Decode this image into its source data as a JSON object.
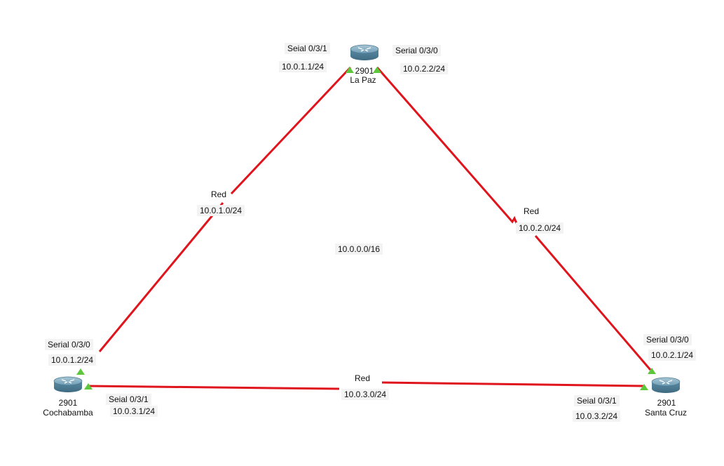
{
  "colors": {
    "link": "#e0141c",
    "port_up": "#5cc73b",
    "router_body": "#5d8ea8"
  },
  "devices": {
    "la_paz": {
      "model": "2901",
      "name": "La Paz"
    },
    "cochabamba": {
      "model": "2901",
      "name": "Cochabamba"
    },
    "santa_cruz": {
      "model": "2901",
      "name": "Santa Cruz"
    }
  },
  "interfaces": {
    "lapaz_s031": {
      "port": "Seial 0/3/1",
      "ip": "10.0.1.1/24"
    },
    "lapaz_s030": {
      "port": "Serial 0/3/0",
      "ip": "10.0.2.2/24"
    },
    "cocha_s030": {
      "port": "Serial 0/3/0",
      "ip": "10.0.1.2/24"
    },
    "cocha_s031": {
      "port": "Seial 0/3/1",
      "ip": "10.0.3.1/24"
    },
    "scz_s030": {
      "port": "Serial 0/3/0",
      "ip": "10.0.2.1/24"
    },
    "scz_s031": {
      "port": "Seial 0/3/1",
      "ip": "10.0.3.2/24"
    }
  },
  "networks": {
    "left": {
      "label": "Red",
      "net": "10.0.1.0/24"
    },
    "right": {
      "label": "Red",
      "net": "10.0.2.0/24"
    },
    "bottom": {
      "label": "Red",
      "net": "10.0.3.0/24"
    },
    "summary": "10.0.0.0/16"
  }
}
